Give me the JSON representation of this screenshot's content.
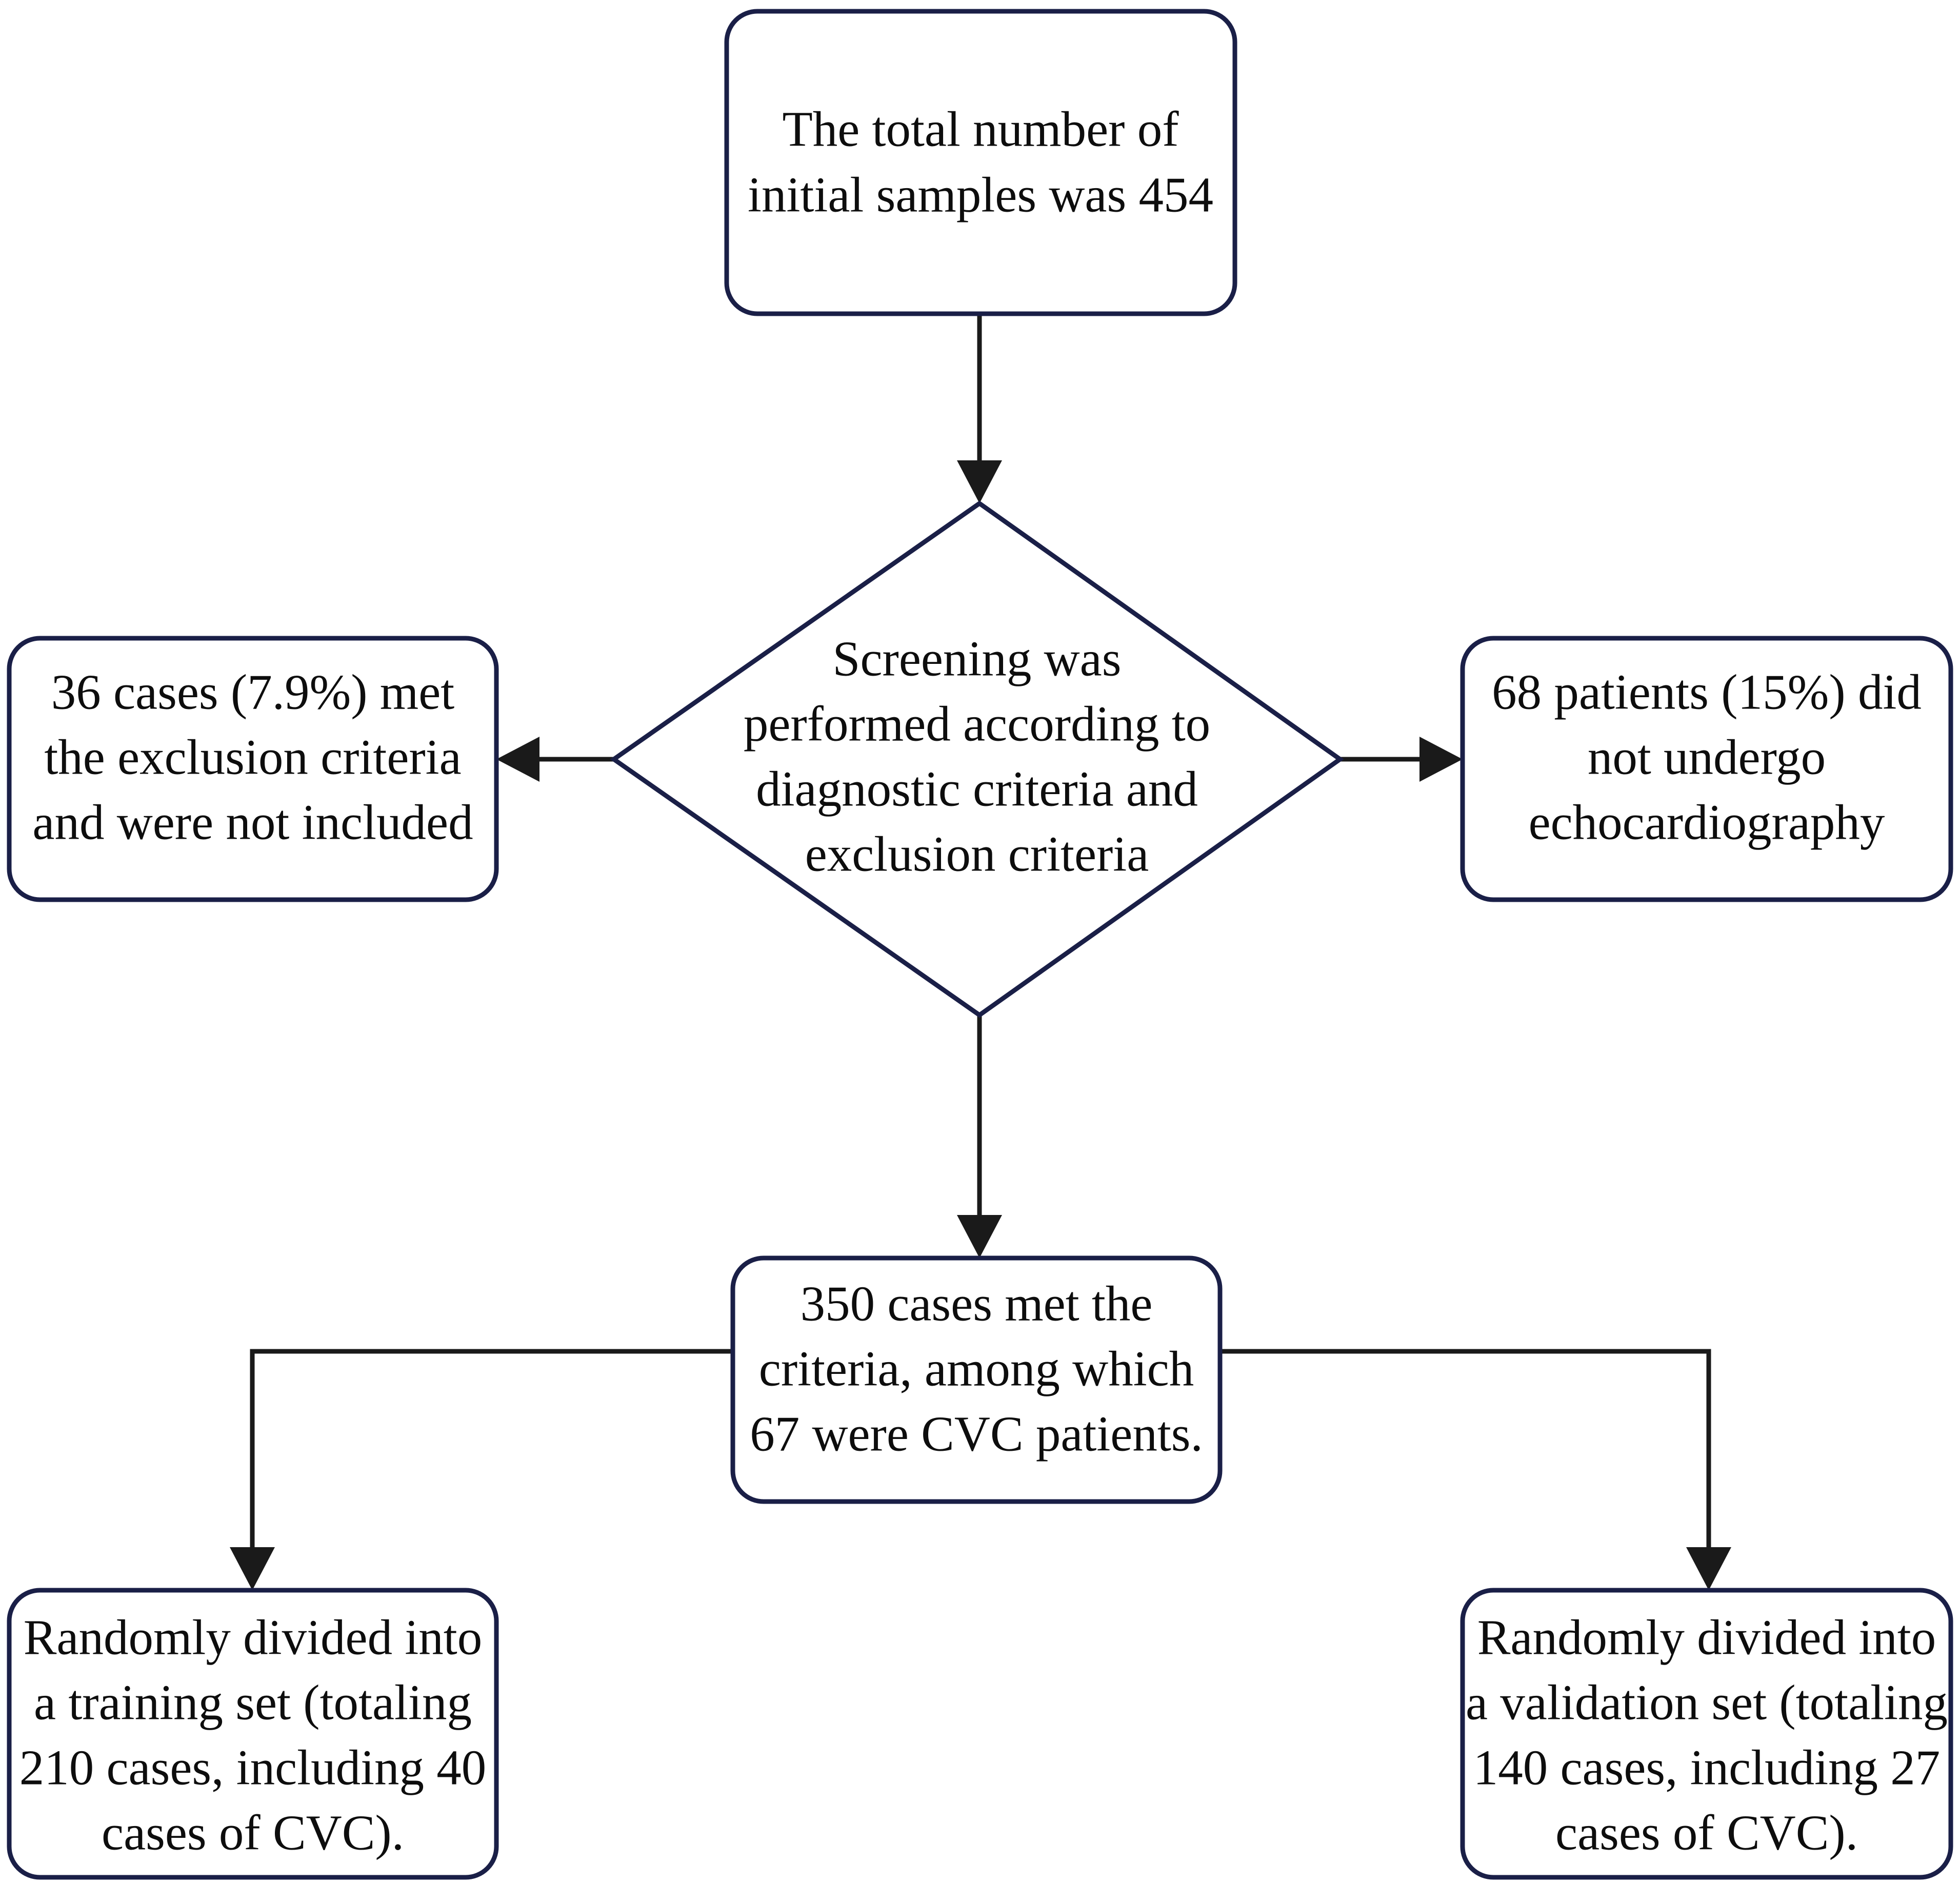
{
  "diagram": {
    "type": "flowchart",
    "title": "Study sample selection flowchart",
    "colors": {
      "node_border": "#1a1f47",
      "node_fill": "#ffffff",
      "connector": "#1a1a1a",
      "text": "#0d0d0d",
      "background": "#ffffff"
    },
    "nodes": [
      {
        "id": "initial-samples",
        "shape": "rounded-rectangle",
        "lines": [
          "The total number of",
          "initial samples was 454"
        ]
      },
      {
        "id": "screening-decision",
        "shape": "diamond",
        "lines": [
          "Screening was",
          "performed according to",
          "diagnostic criteria and",
          "exclusion criteria"
        ]
      },
      {
        "id": "excluded-criteria",
        "shape": "rounded-rectangle",
        "lines": [
          "36 cases (7.9%) met",
          "the exclusion criteria",
          "and were not included"
        ]
      },
      {
        "id": "no-echocardiography",
        "shape": "rounded-rectangle",
        "lines": [
          "68 patients (15%) did",
          "not undergo",
          "echocardiography"
        ]
      },
      {
        "id": "met-criteria",
        "shape": "rounded-rectangle",
        "lines": [
          "350 cases met the",
          "criteria, among which",
          "67 were CVC patients."
        ]
      },
      {
        "id": "training-set",
        "shape": "rounded-rectangle",
        "lines": [
          "Randomly divided into",
          "a training set (totaling",
          "210 cases, including 40",
          "cases of CVC)."
        ]
      },
      {
        "id": "validation-set",
        "shape": "rounded-rectangle",
        "lines": [
          "Randomly divided into",
          "a validation set (totaling",
          "140 cases, including 27",
          "cases of CVC)."
        ]
      }
    ],
    "edges": [
      {
        "id": "edge-initial-to-screening",
        "from": "initial-samples",
        "to": "screening-decision",
        "style": "straight-down-arrow"
      },
      {
        "id": "edge-screening-to-excluded",
        "from": "screening-decision",
        "to": "excluded-criteria",
        "style": "straight-left-arrow"
      },
      {
        "id": "edge-screening-to-no-echo",
        "from": "screening-decision",
        "to": "no-echocardiography",
        "style": "straight-right-arrow"
      },
      {
        "id": "edge-screening-to-met",
        "from": "screening-decision",
        "to": "met-criteria",
        "style": "straight-down-arrow"
      },
      {
        "id": "edge-met-to-training",
        "from": "met-criteria",
        "to": "training-set",
        "style": "elbow-left-down-arrow"
      },
      {
        "id": "edge-met-to-validation",
        "from": "met-criteria",
        "to": "validation-set",
        "style": "elbow-right-down-arrow"
      }
    ]
  }
}
